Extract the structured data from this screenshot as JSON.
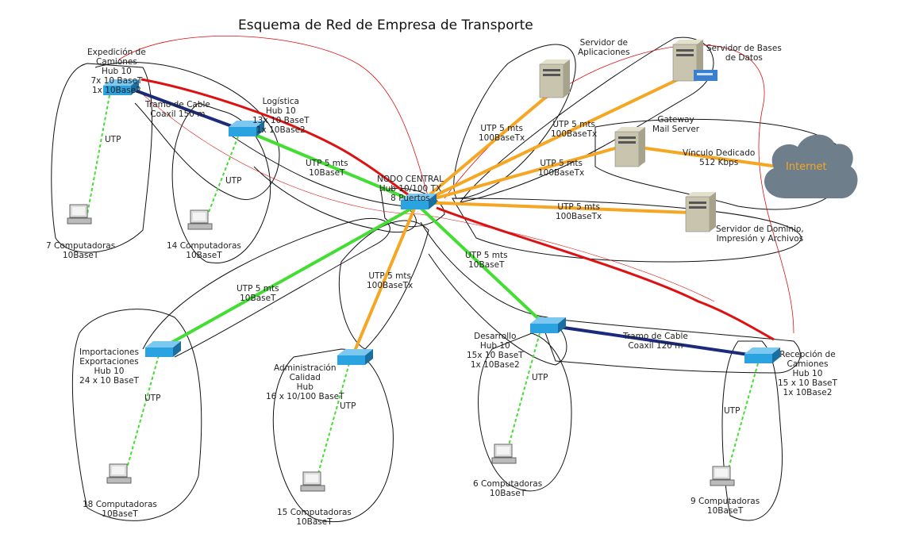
{
  "title": "Esquema de Red de Empresa de Transporte",
  "nodes": {
    "central": {
      "lines": [
        "NODO CENTRAL",
        "Hub 10/100 TX",
        "8 Puertos"
      ]
    },
    "expedicion": {
      "lines": [
        "Expedición de",
        "Camiones",
        "Hub 10",
        "7x 10 BaseT",
        "1x 10Base2"
      ],
      "pcs": [
        "7 Computadoras",
        "10BaseT"
      ]
    },
    "logistica": {
      "lines": [
        "Logística",
        "Hub 10",
        "13x 10 BaseT",
        "1x 10Base2"
      ],
      "pcs": [
        "14 Computadoras",
        "10BaseT"
      ]
    },
    "importaciones": {
      "lines": [
        "Importaciones",
        "Exportaciones",
        "Hub 10",
        "24 x 10 BaseT"
      ],
      "pcs": [
        "18 Computadoras",
        "10BaseT"
      ]
    },
    "administracion": {
      "lines": [
        "Administración",
        "Calidad",
        "Hub",
        "16 x 10/100 BaseT"
      ],
      "pcs": [
        "15 Computadoras",
        "10BaseT"
      ]
    },
    "desarrollo": {
      "lines": [
        "Desarrollo",
        "Hub 10",
        "15x 10 BaseT",
        "1x 10Base2"
      ],
      "pcs": [
        "6 Computadoras",
        "10BaseT"
      ]
    },
    "recepcion": {
      "lines": [
        "Recepción de",
        "Camiones",
        "Hub 10",
        "15 x 10 BaseT",
        "1x 10Base2"
      ],
      "pcs": [
        "9 Computadoras",
        "10BaseT"
      ]
    }
  },
  "servers": {
    "aplicaciones": [
      "Servidor de",
      "Aplicaciones"
    ],
    "bases": [
      "Servidor de Bases",
      "de Datos"
    ],
    "gateway": [
      "Gateway",
      "Mail Server"
    ],
    "dominio": [
      "Servidor de Dominio,",
      "Impresión y Archivos"
    ]
  },
  "links": {
    "coax1": [
      "Tramo de Cable",
      "Coaxil 150 m"
    ],
    "coax2": [
      "Tramo de Cable",
      "Coaxil 120 m"
    ],
    "utp_log": [
      "UTP 5 mts",
      "10BaseT"
    ],
    "utp_imp": [
      "UTP 5 mts",
      "10BaseT"
    ],
    "utp_adm": [
      "UTP 5 mts",
      "100BaseTx"
    ],
    "utp_des": [
      "UTP 5 mts",
      "10BaseT"
    ],
    "utp_app": [
      "UTP 5 mts",
      "100BaseTx"
    ],
    "utp_db": [
      "UTP 5 mts",
      "100BaseTx"
    ],
    "utp_gw": [
      "UTP 5 mts",
      "100BaseTx"
    ],
    "utp_dom": [
      "UTP 5 mts",
      "100BaseTx"
    ],
    "dedicado": [
      "Vínculo Dedicado",
      "512 Kbps"
    ],
    "utp": "UTP"
  },
  "internet": "Internet",
  "colors": {
    "green": "#44dd33",
    "orange": "#f5a623",
    "coax": "#1b2a7a",
    "red": "#dd1111",
    "hub": "#2aa3e0",
    "server": "#c8c4ae",
    "cloud": "#6e7e8a"
  }
}
